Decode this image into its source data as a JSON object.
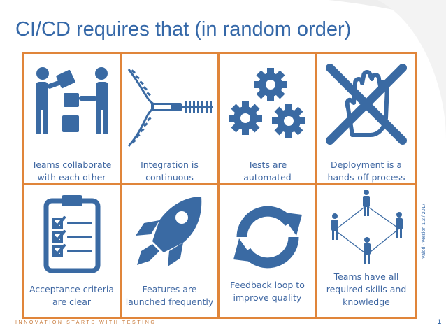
{
  "slide": {
    "title": "CI/CD requires that (in random order)",
    "footer": "INNOVATION STARTS WITH TESTING",
    "side_note": "Valori · version 1.2 / 2017",
    "page_number": "1"
  },
  "colors": {
    "accent_orange": "#e0853a",
    "icon_blue": "#3a6aa3",
    "text_blue": "#3f67a2"
  },
  "cells": [
    {
      "icon": "teamwork-icon",
      "caption_line1": "Teams collaborate",
      "caption_line2": "with each other"
    },
    {
      "icon": "zipper-icon",
      "caption_line1": "Integration is",
      "caption_line2": "continuous"
    },
    {
      "icon": "gears-icon",
      "caption_line1": "Tests are",
      "caption_line2": "automated"
    },
    {
      "icon": "no-hands-icon",
      "caption_line1": "Deployment is a",
      "caption_line2": "hands-off process"
    },
    {
      "icon": "clipboard-checklist-icon",
      "caption_line1": "Acceptance criteria",
      "caption_line2": "are clear"
    },
    {
      "icon": "rocket-icon",
      "caption_line1": "Features are",
      "caption_line2": "launched frequently"
    },
    {
      "icon": "refresh-cycle-icon",
      "caption_line1": "Feedback loop to",
      "caption_line2": "improve quality"
    },
    {
      "icon": "team-network-icon",
      "caption_line1": "Teams have all",
      "caption_line2": "required skills and",
      "caption_line3": "knowledge"
    }
  ]
}
